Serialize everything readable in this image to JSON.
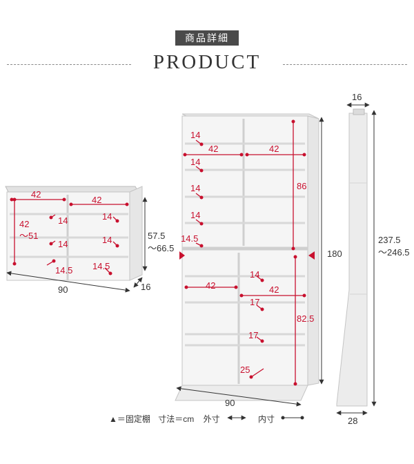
{
  "header": {
    "badge": "商品詳細",
    "title": "PRODUCT"
  },
  "small_shelf": {
    "width": "90",
    "depth": "16",
    "height_line1": "57.5",
    "height_line2": "〜66.5",
    "inner_w_left": "42",
    "inner_w_right": "42",
    "inner_h_line1": "42",
    "inner_h_line2": "〜51",
    "gap_left_1": "14",
    "gap_left_2": "14",
    "gap_right_1": "14",
    "gap_right_2": "14",
    "bottom_left": "14.5",
    "bottom_right": "14.5"
  },
  "tall_shelf": {
    "width": "90",
    "height": "180",
    "top_gap": "14",
    "inner_w_top_left": "42",
    "inner_w_top_right": "42",
    "gap_2": "14",
    "gap_3": "14",
    "gap_4": "14",
    "gap_5": "14.5",
    "inner_h_top": "86",
    "inner_w_bottom_left": "42",
    "inner_w_bottom_right": "42",
    "gap_r1": "14",
    "gap_r2": "17",
    "gap_r3": "17",
    "gap_r4": "25",
    "inner_h_bottom": "82.5"
  },
  "side_view": {
    "depth_top": "16",
    "depth_bottom": "28",
    "height_line1": "237.5",
    "height_line2": "〜246.5"
  },
  "legend": {
    "fixed": "▲＝固定棚",
    "unit": "寸法＝cm",
    "outer": "外寸",
    "inner": "内寸"
  },
  "colors": {
    "accent": "#c8102e",
    "dim": "#333333",
    "furniture": "#f4f4f4"
  }
}
